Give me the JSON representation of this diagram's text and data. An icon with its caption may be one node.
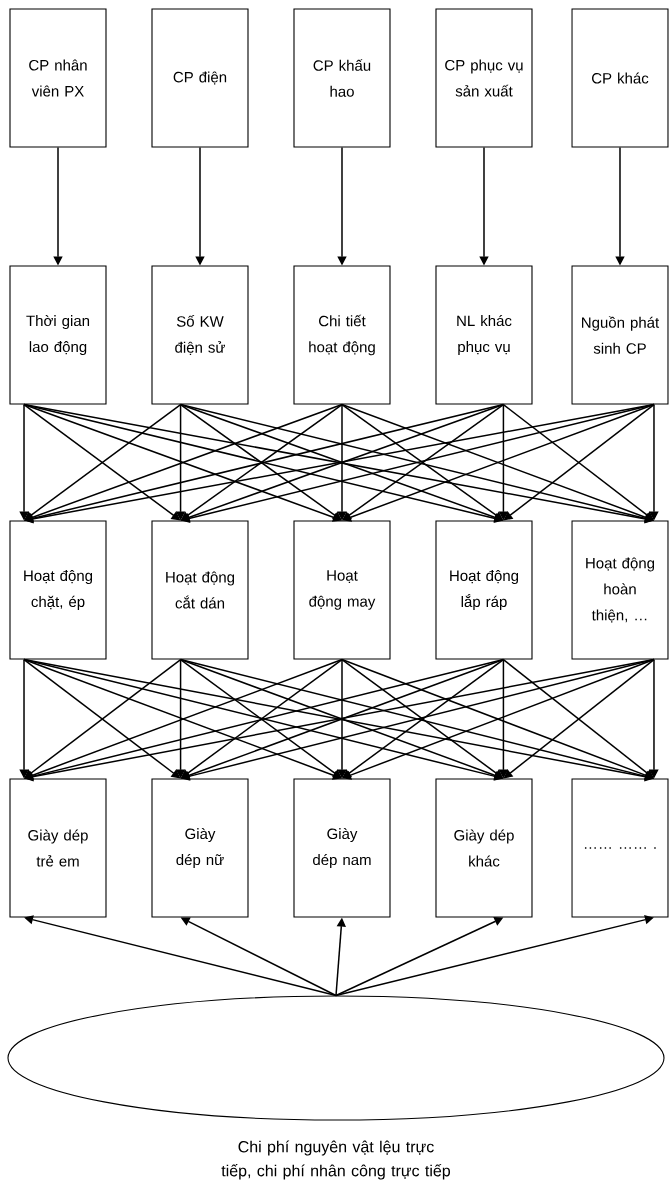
{
  "diagram": {
    "nodes": [
      {
        "text": [
          "CP nhân viên PX"
        ]
      },
      {
        "text": [
          "CP điện"
        ]
      },
      {
        "text": [
          "CP khấu hao"
        ]
      },
      {
        "text": [
          "CP phục vụ sản xuất"
        ]
      },
      {
        "text": [
          "CP khác"
        ]
      },
      {
        "text": [
          "Thời gian lao động"
        ]
      },
      {
        "text": [
          "Số KW điện sử"
        ]
      },
      {
        "text": [
          "Chi tiết hoạt động"
        ]
      },
      {
        "text": [
          "NL khác phục vụ"
        ]
      },
      {
        "text": [
          "Nguồn phát sinh CP"
        ]
      },
      {
        "text": [
          "Hoạt động chặt, ép"
        ]
      },
      {
        "text": [
          "Hoạt động cắt dán"
        ]
      },
      {
        "text": [
          "Hoạt động may"
        ]
      },
      {
        "text": [
          "Hoạt động lắp ráp"
        ]
      },
      {
        "text": [
          "Hoạt động hoàn thiện, …"
        ]
      },
      {
        "text": [
          "Giày dép trẻ em"
        ]
      },
      {
        "text": [
          "Giày dép nữ"
        ]
      },
      {
        "text": [
          "Giày dép nam"
        ]
      },
      {
        "text": [
          "Giày dép khác"
        ]
      },
      {
        "text": [
          "…… …… ."
        ]
      },
      {
        "text": [
          "Chi phí nguyên vật lệu trực tiếp, chi phí nhân công trực tiếp"
        ]
      }
    ],
    "edges": [
      {
        "from": 0,
        "to": 5,
        "arrow": "to"
      },
      {
        "from": 1,
        "to": 6,
        "arrow": "to"
      },
      {
        "from": 2,
        "to": 7,
        "arrow": "to"
      },
      {
        "from": 3,
        "to": 8,
        "arrow": "to"
      },
      {
        "from": 4,
        "to": 9,
        "arrow": "to"
      },
      {
        "from": 5,
        "to": 10,
        "arrow": "to"
      },
      {
        "from": 5,
        "to": 11,
        "arrow": "to"
      },
      {
        "from": 5,
        "to": 12,
        "arrow": "to"
      },
      {
        "from": 5,
        "to": 13,
        "arrow": "to"
      },
      {
        "from": 5,
        "to": 14,
        "arrow": "to"
      },
      {
        "from": 6,
        "to": 10,
        "arrow": "to"
      },
      {
        "from": 6,
        "to": 11,
        "arrow": "to"
      },
      {
        "from": 6,
        "to": 12,
        "arrow": "to"
      },
      {
        "from": 6,
        "to": 13,
        "arrow": "to"
      },
      {
        "from": 6,
        "to": 14,
        "arrow": "to"
      },
      {
        "from": 7,
        "to": 10,
        "arrow": "to"
      },
      {
        "from": 7,
        "to": 11,
        "arrow": "to"
      },
      {
        "from": 7,
        "to": 12,
        "arrow": "to"
      },
      {
        "from": 7,
        "to": 13,
        "arrow": "to"
      },
      {
        "from": 7,
        "to": 14,
        "arrow": "to"
      },
      {
        "from": 8,
        "to": 10,
        "arrow": "to"
      },
      {
        "from": 8,
        "to": 11,
        "arrow": "to"
      },
      {
        "from": 8,
        "to": 12,
        "arrow": "to"
      },
      {
        "from": 8,
        "to": 13,
        "arrow": "to"
      },
      {
        "from": 8,
        "to": 14,
        "arrow": "to"
      },
      {
        "from": 9,
        "to": 10,
        "arrow": "to"
      },
      {
        "from": 9,
        "to": 11,
        "arrow": "to"
      },
      {
        "from": 9,
        "to": 12,
        "arrow": "to"
      },
      {
        "from": 9,
        "to": 13,
        "arrow": "to"
      },
      {
        "from": 9,
        "to": 14,
        "arrow": "to"
      },
      {
        "from": 10,
        "to": 15,
        "arrow": "to"
      },
      {
        "from": 10,
        "to": 16,
        "arrow": "to"
      },
      {
        "from": 10,
        "to": 17,
        "arrow": "to"
      },
      {
        "from": 10,
        "to": 18,
        "arrow": "to"
      },
      {
        "from": 10,
        "to": 19,
        "arrow": "to"
      },
      {
        "from": 11,
        "to": 15,
        "arrow": "to"
      },
      {
        "from": 11,
        "to": 16,
        "arrow": "to"
      },
      {
        "from": 11,
        "to": 17,
        "arrow": "to"
      },
      {
        "from": 11,
        "to": 18,
        "arrow": "to"
      },
      {
        "from": 11,
        "to": 19,
        "arrow": "to"
      },
      {
        "from": 12,
        "to": 15,
        "arrow": "to"
      },
      {
        "from": 12,
        "to": 16,
        "arrow": "to"
      },
      {
        "from": 12,
        "to": 17,
        "arrow": "to"
      },
      {
        "from": 12,
        "to": 18,
        "arrow": "to"
      },
      {
        "from": 12,
        "to": 19,
        "arrow": "to"
      },
      {
        "from": 13,
        "to": 15,
        "arrow": "to"
      },
      {
        "from": 13,
        "to": 16,
        "arrow": "to"
      },
      {
        "from": 13,
        "to": 17,
        "arrow": "to"
      },
      {
        "from": 13,
        "to": 18,
        "arrow": "to"
      },
      {
        "from": 13,
        "to": 19,
        "arrow": "to"
      },
      {
        "from": 14,
        "to": 15,
        "arrow": "to"
      },
      {
        "from": 14,
        "to": 16,
        "arrow": "to"
      },
      {
        "from": 14,
        "to": 17,
        "arrow": "to"
      },
      {
        "from": 14,
        "to": 18,
        "arrow": "to"
      },
      {
        "from": 14,
        "to": 19,
        "arrow": "to"
      },
      {
        "from": 20,
        "to": 15,
        "arrow": "to"
      },
      {
        "from": 20,
        "to": 16,
        "arrow": "to"
      },
      {
        "from": 20,
        "to": 17,
        "arrow": "to"
      },
      {
        "from": 20,
        "to": 18,
        "arrow": "to"
      },
      {
        "from": 20,
        "to": 19,
        "arrow": "to"
      }
    ]
  }
}
